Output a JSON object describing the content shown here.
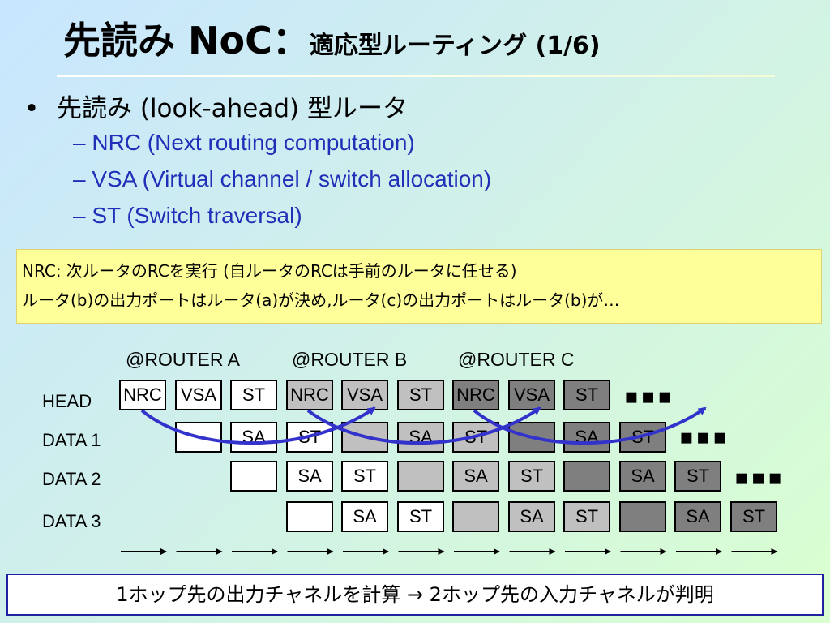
{
  "title": {
    "main": "先読み NoC：",
    "sub": "適応型ルーティング (1/6)"
  },
  "bullet": {
    "marker": "•",
    "text": "先読み (look-ahead) 型ルータ"
  },
  "subitems": [
    "– NRC (Next routing computation)",
    "– VSA (Virtual channel / switch allocation)",
    "– ST   (Switch traversal)"
  ],
  "note": {
    "line1": "NRC: 次ルータのRCを実行 (自ルータのRCは手前のルータに任せる)",
    "line2": "ルータ(b)の出力ポートはルータ(a)が決め,ルータ(c)の出力ポートはルータ(b)が…"
  },
  "routers": [
    "@ROUTER A",
    "@ROUTER B",
    "@ROUTER C"
  ],
  "rows": [
    {
      "label": "HEAD",
      "cells": [
        [
          "NRC",
          "w"
        ],
        [
          "VSA",
          "w"
        ],
        [
          "ST",
          "w"
        ],
        [
          "NRC",
          "l"
        ],
        [
          "VSA",
          "l"
        ],
        [
          "ST",
          "l"
        ],
        [
          "NRC",
          "d"
        ],
        [
          "VSA",
          "d"
        ],
        [
          "ST",
          "d"
        ]
      ]
    },
    {
      "label": "DATA 1",
      "cells": [
        [
          "",
          "w"
        ],
        [
          "SA",
          "w"
        ],
        [
          "ST",
          "w"
        ],
        [
          "",
          "l"
        ],
        [
          "SA",
          "l"
        ],
        [
          "ST",
          "l"
        ],
        [
          "",
          "d"
        ],
        [
          "SA",
          "d"
        ],
        [
          "ST",
          "d"
        ]
      ]
    },
    {
      "label": "DATA 2",
      "cells": [
        [
          "",
          "w"
        ],
        [
          "SA",
          "w"
        ],
        [
          "ST",
          "w"
        ],
        [
          "",
          "l"
        ],
        [
          "SA",
          "l"
        ],
        [
          "ST",
          "l"
        ],
        [
          "",
          "d"
        ],
        [
          "SA",
          "d"
        ],
        [
          "ST",
          "d"
        ]
      ]
    },
    {
      "label": "DATA 3",
      "cells": [
        [
          "",
          "w"
        ],
        [
          "SA",
          "w"
        ],
        [
          "ST",
          "w"
        ],
        [
          "",
          "l"
        ],
        [
          "SA",
          "l"
        ],
        [
          "ST",
          "l"
        ],
        [
          "",
          "d"
        ],
        [
          "SA",
          "d"
        ],
        [
          "ST",
          "d"
        ]
      ]
    }
  ],
  "ellipsis": "▪▪▪",
  "bottom": "1ホップ先の出力チャネルを計算 → 2ホップ先の入力チャネルが判明",
  "colors": {
    "subtext": "#1f2fb8",
    "note_bg": "#ffff99",
    "arrow": "#3333cc",
    "light_cell": "#c0c0c0",
    "dark_cell": "#7f7f7f"
  }
}
